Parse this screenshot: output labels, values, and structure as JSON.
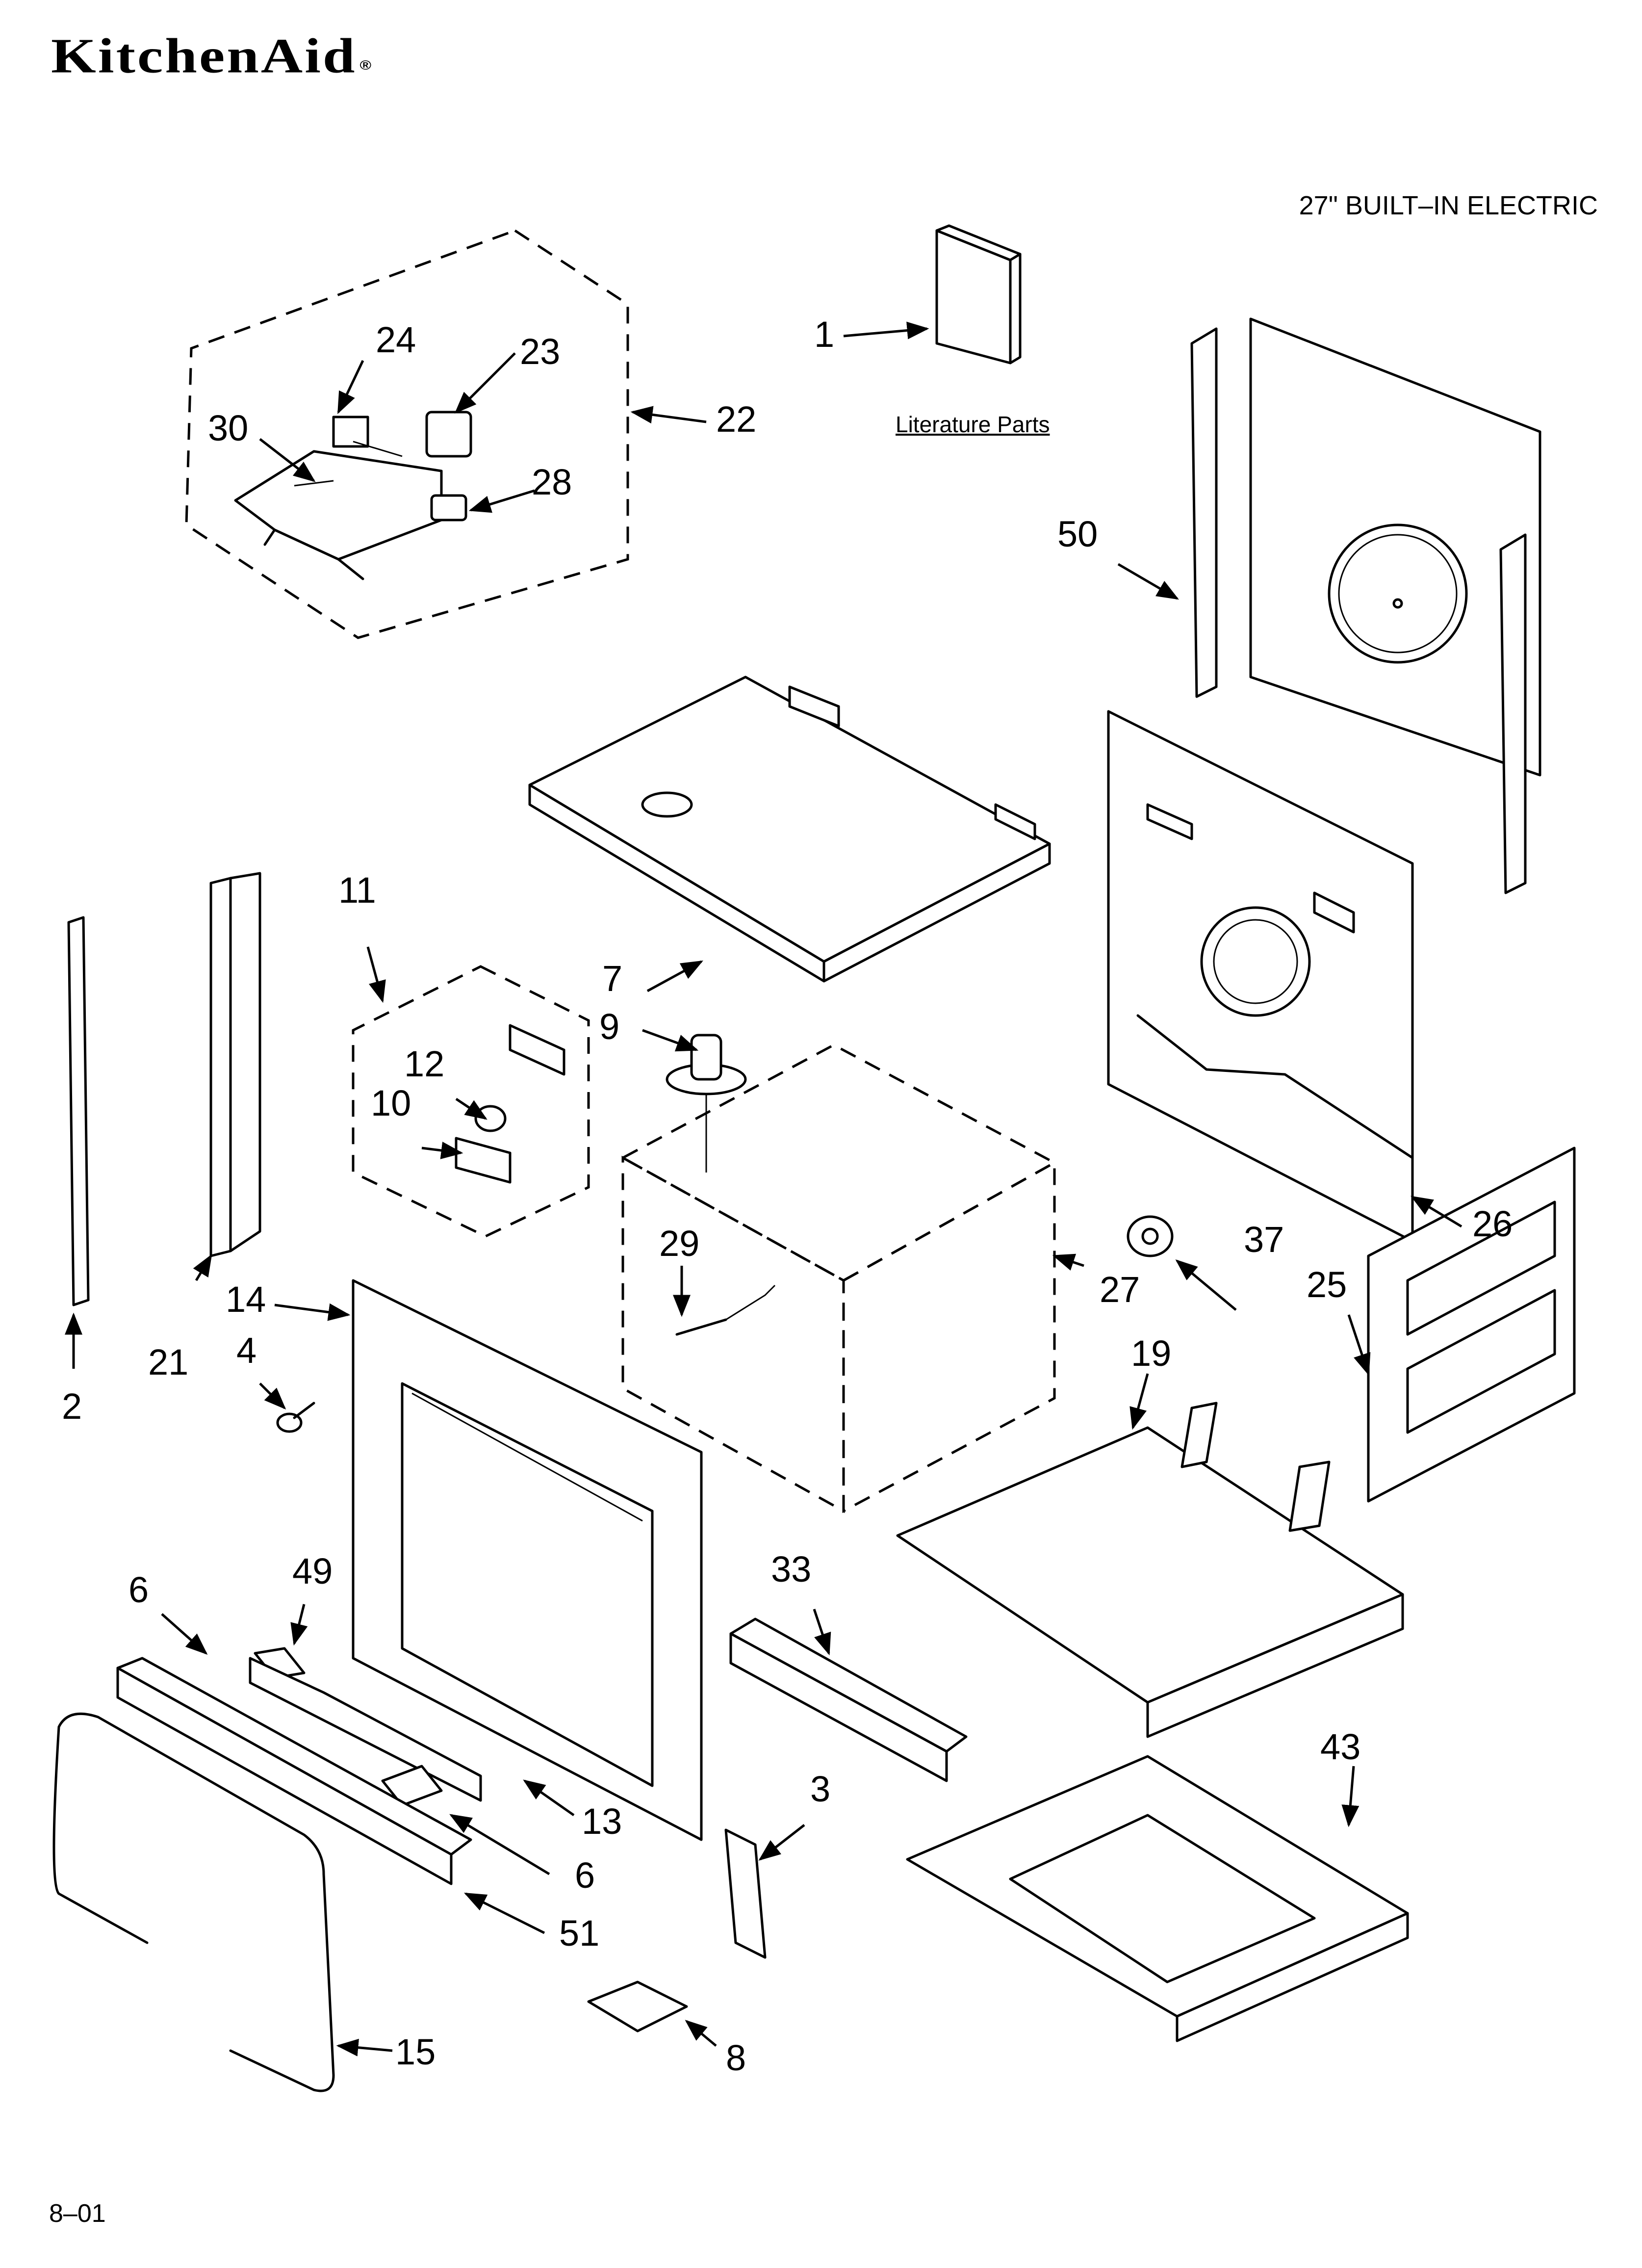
{
  "brand": {
    "name": "KitchenAid",
    "mark": "®"
  },
  "header": {
    "title": "27\" BUILT–IN ELECTRIC"
  },
  "footer": {
    "page_code": "8–01"
  },
  "literature_label": "Literature Parts",
  "callouts": [
    {
      "id": "c1",
      "text": "1"
    },
    {
      "id": "c2",
      "text": "2"
    },
    {
      "id": "c3",
      "text": "3"
    },
    {
      "id": "c4",
      "text": "4"
    },
    {
      "id": "c6a",
      "text": "6"
    },
    {
      "id": "c6b",
      "text": "6"
    },
    {
      "id": "c7",
      "text": "7"
    },
    {
      "id": "c8",
      "text": "8"
    },
    {
      "id": "c9",
      "text": "9"
    },
    {
      "id": "c10",
      "text": "10"
    },
    {
      "id": "c11",
      "text": "11"
    },
    {
      "id": "c12",
      "text": "12"
    },
    {
      "id": "c13",
      "text": "13"
    },
    {
      "id": "c14",
      "text": "14"
    },
    {
      "id": "c15",
      "text": "15"
    },
    {
      "id": "c19",
      "text": "19"
    },
    {
      "id": "c21",
      "text": "21"
    },
    {
      "id": "c22",
      "text": "22"
    },
    {
      "id": "c23",
      "text": "23"
    },
    {
      "id": "c24",
      "text": "24"
    },
    {
      "id": "c25",
      "text": "25"
    },
    {
      "id": "c26",
      "text": "26"
    },
    {
      "id": "c27",
      "text": "27"
    },
    {
      "id": "c28",
      "text": "28"
    },
    {
      "id": "c29",
      "text": "29"
    },
    {
      "id": "c30",
      "text": "30"
    },
    {
      "id": "c33",
      "text": "33"
    },
    {
      "id": "c37",
      "text": "37"
    },
    {
      "id": "c43",
      "text": "43"
    },
    {
      "id": "c49",
      "text": "49"
    },
    {
      "id": "c50",
      "text": "50"
    },
    {
      "id": "c51",
      "text": "51"
    }
  ]
}
